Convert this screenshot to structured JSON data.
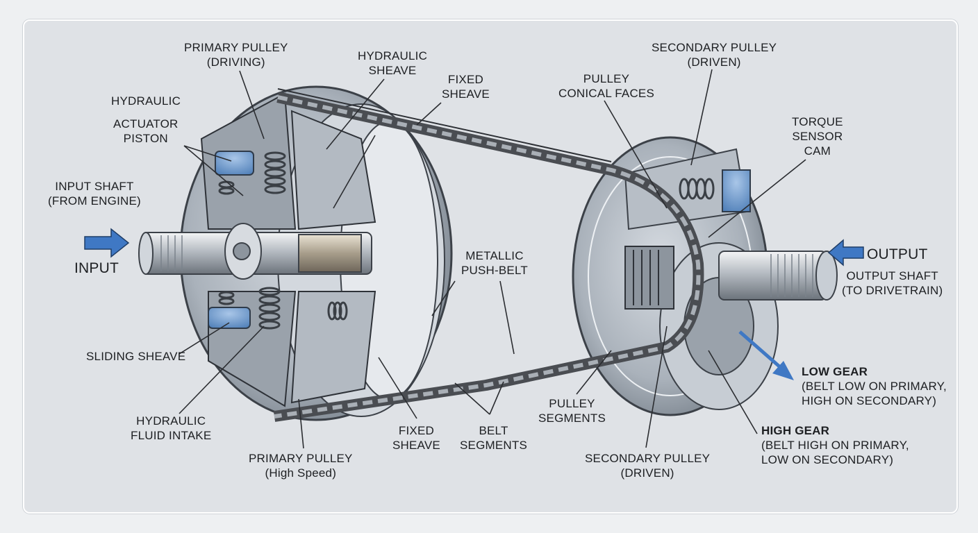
{
  "labels": {
    "primary_pulley_driving": [
      "PRIMARY PULLEY",
      "(DRIVING)"
    ],
    "hydraulic_sheave": [
      "HYDRAULIC",
      "SHEAVE"
    ],
    "fixed_sheave_top": [
      "FIXED",
      "SHEAVE"
    ],
    "secondary_pulley_driven_top": [
      "SECONDARY PULLEY",
      "(DRIVEN)"
    ],
    "pulley_conical_faces": [
      "PULLEY",
      "CONICAL FACES"
    ],
    "torque_sensor_cam": [
      "TORQUE",
      "SENSOR",
      "CAM"
    ],
    "hydraulic": "HYDRAULIC",
    "actuator_piston": [
      "ACTUATOR",
      "PISTON"
    ],
    "input_shaft": [
      "INPUT SHAFT",
      "(FROM ENGINE)"
    ],
    "input": "INPUT",
    "output": "OUTPUT",
    "output_shaft": [
      "OUTPUT SHAFT",
      "(TO DRIVETRAIN)"
    ],
    "metallic_push_belt": [
      "METALLIC",
      "PUSH-BELT"
    ],
    "sliding_sheave": "SLIDING SHEAVE",
    "hydraulic_fluid_intake": [
      "HYDRAULIC",
      "FLUID INTAKE"
    ],
    "primary_pulley_high_speed": [
      "PRIMARY PULLEY",
      "(High Speed)"
    ],
    "fixed_sheave_bottom": [
      "FIXED",
      "SHEAVE"
    ],
    "belt_segments": [
      "BELT",
      "SEGMENTS"
    ],
    "pulley_segments": [
      "PULLEY",
      "SEGMENTS"
    ],
    "secondary_pulley_driven_bottom": [
      "SECONDARY PULLEY",
      "(DRIVEN)"
    ],
    "low_gear_title": "LOW GEAR",
    "low_gear_desc": [
      "(BELT LOW ON PRIMARY,",
      "HIGH ON SECONDARY)"
    ],
    "high_gear_title": "HIGH GEAR",
    "high_gear_desc": [
      "(BELT HIGH ON PRIMARY,",
      "LOW ON SECONDARY)"
    ]
  },
  "colors": {
    "arrow_blue": "#3f78c4",
    "piston_blue": "#6f9fd3",
    "metal_dark": "#5a6068",
    "metal_light": "#c9ced4",
    "belt": "#4a4d52"
  }
}
